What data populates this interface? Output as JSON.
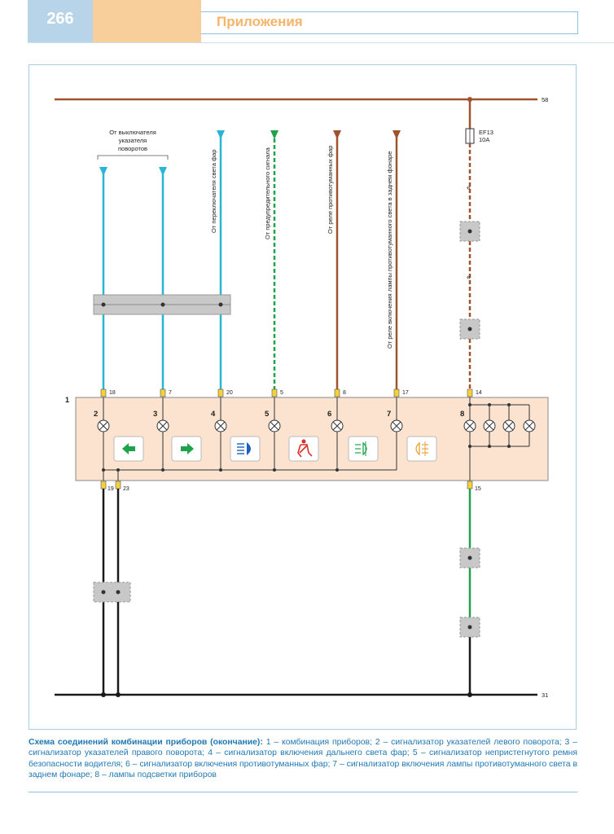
{
  "header": {
    "page_number": "266",
    "section_title": "Приложения"
  },
  "diagram": {
    "component_number": "1",
    "bus_top": "58",
    "bus_bottom": "31",
    "fuse": {
      "name": "EF13",
      "rating": "10A"
    },
    "source_labels": {
      "turn_switch": [
        "От выключателя",
        "указателя",
        "поворотов"
      ],
      "headlight_switch": "От переключателя света фар",
      "warning_signal": "От предупредительного сигнала",
      "fog_relay": "От реле противотуманных фар",
      "rear_fog_relay": "От реле включения лампы противотуманного света в заднем фонаре"
    },
    "pins_top": [
      "18",
      "7",
      "20",
      "5",
      "8",
      "17",
      "14"
    ],
    "pins_bottom": [
      "19",
      "23",
      "15"
    ],
    "lamp_numbers": [
      "2",
      "3",
      "4",
      "5",
      "6",
      "7",
      "8"
    ],
    "indicator_icons": [
      "arrow-left-icon",
      "arrow-right-icon",
      "high-beam-icon",
      "seatbelt-icon",
      "front-fog-icon",
      "rear-fog-icon"
    ],
    "colors": {
      "brown": "#a0522d",
      "blue": "#29b6d6",
      "green": "#1fa34a",
      "black": "#1a1a1a",
      "panel": "#fbe3cf",
      "connector": "#c8c8c8"
    }
  },
  "caption": {
    "title": "Схема соединений комбинации приборов (окончание):",
    "text": " 1 – комбинация приборов; 2 – сигнализатор указателей левого поворота; 3 – сигнализатор указателей правого поворота; 4 – сигнализатор включения дальнего света фар; 5 – сигнализатор непристегнутого ремня безопасности водителя; 6 – сигнализатор включения противотуманных фар; 7 – сигнализатор включения лампы противотуманного света в заднем фонаре; 8 – лампы подсветки приборов"
  }
}
